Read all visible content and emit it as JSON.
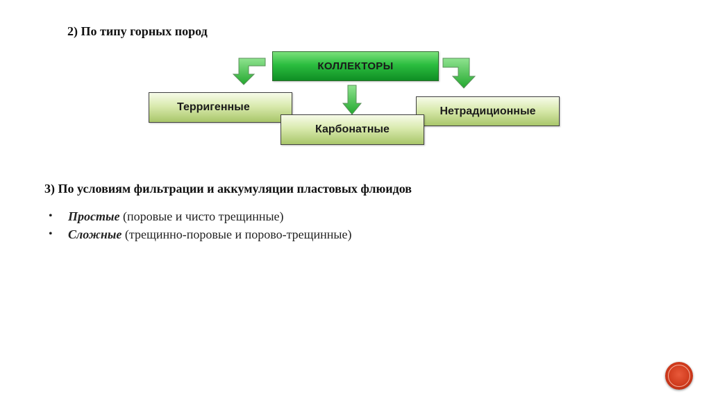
{
  "section2": {
    "title": "2) По типу горных пород"
  },
  "diagram": {
    "main_box": "КОЛЛЕКТОРЫ",
    "box_terrigenous": "Терригенные",
    "box_carbonate": "Карбонатные",
    "box_nontraditional": "Нетрадиционные",
    "colors": {
      "main_fill": "#2bbd3f",
      "light_fill": "#d9eaae",
      "arrow_fill": "#3cc23c"
    }
  },
  "section3": {
    "title": "3) По условиям фильтрации и аккумуляции пластовых флюидов",
    "bullets": [
      {
        "term": "Простые",
        "rest": " (поровые и чисто трещинные)"
      },
      {
        "term": "Сложные",
        "rest": " (трещинно-поровые и порово-трещинные)"
      }
    ]
  },
  "nav": {
    "icon": "circle-nav-icon",
    "color": "#cf3a1c"
  }
}
